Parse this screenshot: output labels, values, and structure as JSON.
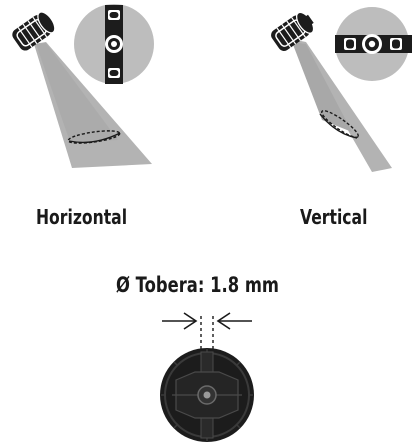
{
  "labels": {
    "horizontal": "Horizontal",
    "vertical": "Vertical",
    "nozzle": "Ø Tobera: 1.8 mm"
  },
  "colors": {
    "ink": "#1a1a1a",
    "spray": "#b3b3b3",
    "circle_fill": "#bdbdbd",
    "cap_dark": "#1c1c1c"
  },
  "icons": {
    "spray_pattern_horizontal": "spray-fan-horizontal-icon",
    "spray_pattern_vertical": "spray-fan-vertical-icon",
    "nozzle_cap": "nozzle-cap-icon",
    "measurement_arrows": "inward-arrows-icon"
  }
}
